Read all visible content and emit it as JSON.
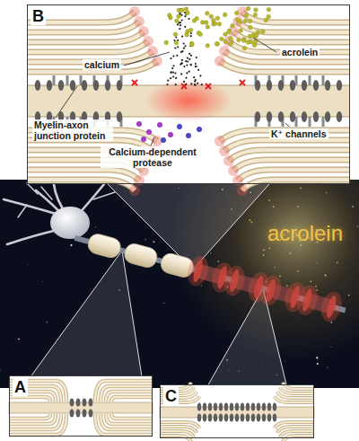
{
  "diagram": {
    "nodes": [
      {
        "text": [
          "B"
        ]
      },
      {
        "text": [
          "A"
        ]
      },
      {
        "text": [
          "C"
        ]
      }
    ],
    "labels": [
      "calcium",
      "acrolein",
      "Myelin-axon junction protein",
      "K⁺ channels",
      "Calcium-dependent protease",
      "acrolein"
    ]
  }
}
